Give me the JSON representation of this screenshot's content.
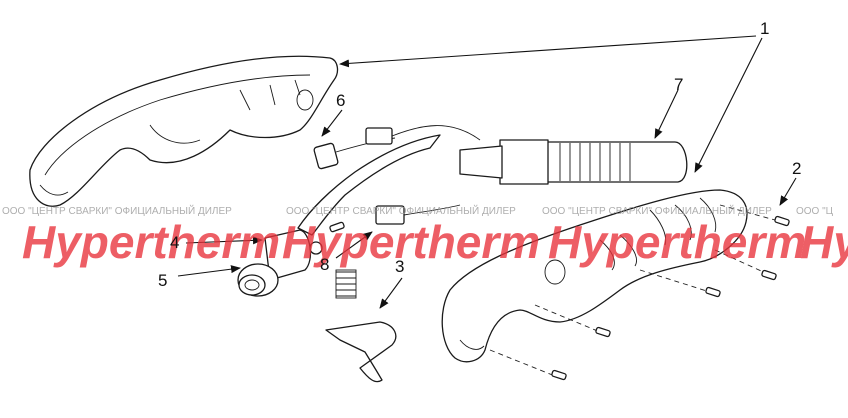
{
  "watermark": {
    "banner": [
      "Hypertherm",
      "Hypertherm",
      "Hypertherm",
      "Hy"
    ],
    "dealer_text": [
      "ООО \"ЦЕНТР СВАРКИ\" ОФИЦИАЛЬНЫЙ ДИЛЕР",
      "ООО \"ЦЕНТР СВАРКИ\" ОФИЦИАЛЬНЫЙ ДИЛЕР",
      "ООО \"ЦЕНТР СВАРКИ\" ОФИЦИАЛЬНЫЙ ДИЛЕР",
      "ООО \"Ц"
    ],
    "brand_color": "#e8323a"
  },
  "callouts": [
    "1",
    "2",
    "3",
    "4",
    "5",
    "6",
    "7",
    "8"
  ]
}
